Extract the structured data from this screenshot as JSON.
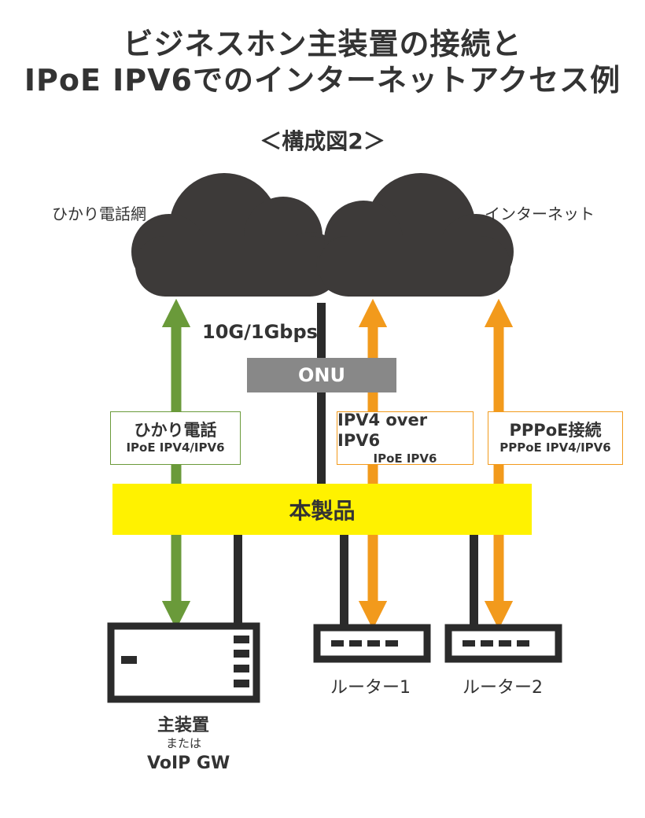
{
  "title": {
    "line1": "ビジネスホン主装置の接続と",
    "line2": "IPoE IPV6でのインターネットアクセス例"
  },
  "subtitle": "＜構成図2＞",
  "clouds": {
    "left_label": "ひかり電話網",
    "right_label": "インターネット"
  },
  "speed_label": "10G/1Gbps",
  "onu_label": "ONU",
  "main_device_label": "本製品",
  "connections": [
    {
      "name": "ひかり電話",
      "protocol": "IPoE IPV4/IPV6",
      "color": "#6a9a3a"
    },
    {
      "name": "IPV4 over IPV6",
      "protocol": "IPoE IPV6",
      "color": "#f29a1c"
    },
    {
      "name": "PPPoE接続",
      "protocol": "PPPoE IPV4/IPV6",
      "color": "#f29a1c"
    }
  ],
  "devices": {
    "pbx": {
      "line1": "主装置",
      "line2": "または",
      "line3": "VoIP GW"
    },
    "router1": "ルーター1",
    "router2": "ルーター2"
  },
  "colors": {
    "cloud": "#3d3a39",
    "line": "#2b2b2b",
    "onu": "#888888",
    "main_bar": "#fff200",
    "green_arrow": "#6a9a3a",
    "orange_arrow": "#f29a1c"
  }
}
